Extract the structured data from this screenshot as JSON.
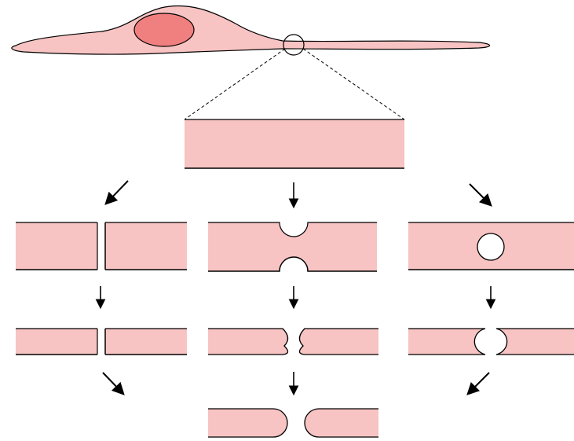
{
  "colors": {
    "cell_fill": "#f7c3c3",
    "nucleus_fill": "#f07f7f",
    "stroke": "#000000",
    "background": "#ffffff"
  },
  "diagram": {
    "cell": {
      "has_nucleus": true,
      "zoom_circle": true
    },
    "pathways": [
      {
        "name": "direct-cut",
        "steps": [
          "notch",
          "thinner",
          "split"
        ]
      },
      {
        "name": "constriction",
        "steps": [
          "pinch",
          "narrow-pinch",
          "separated-ends"
        ]
      },
      {
        "name": "hole",
        "steps": [
          "hole",
          "broken-hole",
          "split"
        ]
      }
    ],
    "converge_result": "separated-ends"
  }
}
